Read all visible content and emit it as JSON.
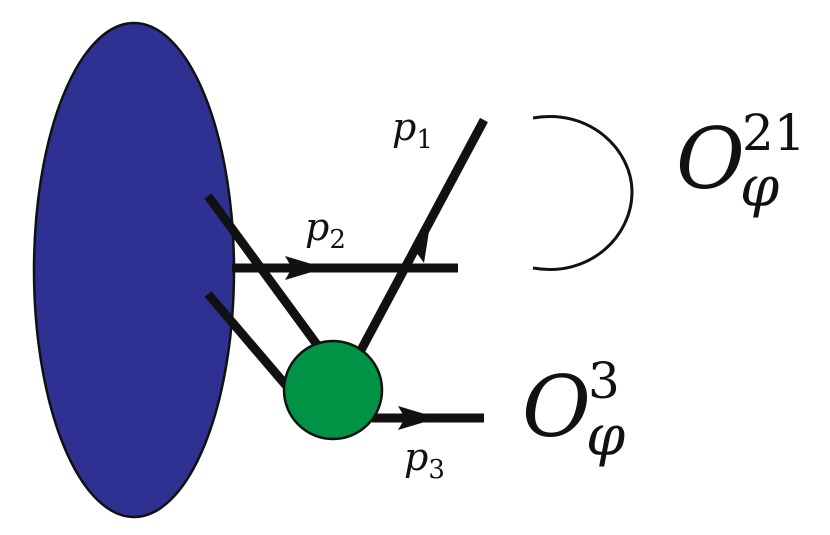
{
  "colors": {
    "blob": "#2e3192",
    "vertex": "#009245",
    "line": "#111111"
  },
  "momenta": {
    "p1": {
      "base": "p",
      "sub": "1"
    },
    "p2": {
      "base": "p",
      "sub": "2"
    },
    "p3": {
      "base": "p",
      "sub": "3"
    }
  },
  "operators": {
    "o21": {
      "base": "O",
      "sub": "φ",
      "sup": "21"
    },
    "o3": {
      "base": "O",
      "sub": "φ",
      "sup": "3"
    }
  }
}
